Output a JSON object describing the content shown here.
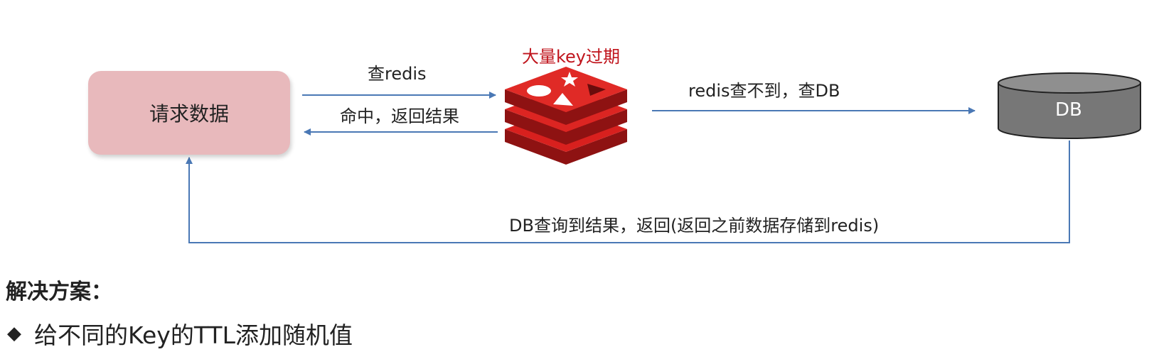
{
  "diagram": {
    "request_node": "请求数据",
    "redis_caption": "大量key过期",
    "db_label": "DB",
    "edges": {
      "query_redis": "查redis",
      "hit_return": "命中，返回结果",
      "miss_query_db": "redis查不到，查DB",
      "db_return": "DB查询到结果，返回(返回之前数据存储到redis)"
    },
    "colors": {
      "arrow": "#4a78b5",
      "request_fill": "#e8b9bc",
      "redis_red": "#d8201e",
      "db_fill": "#777777",
      "caption_red": "#c0141c"
    }
  },
  "solution": {
    "heading": "解决方案：",
    "bullet_icon": "diamond-bullet-icon",
    "items": [
      "给不同的Key的TTL添加随机值"
    ]
  }
}
